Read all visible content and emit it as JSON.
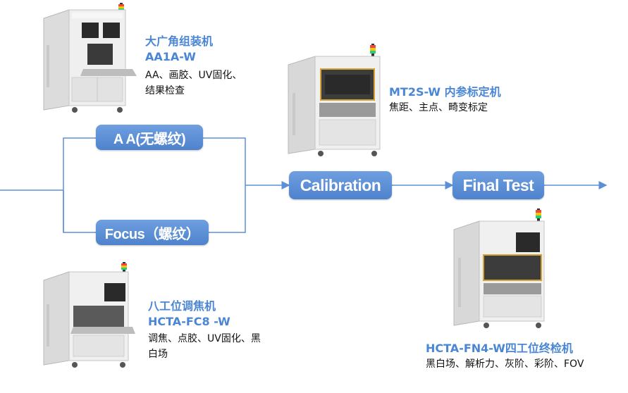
{
  "flow": {
    "step_aa": "A A(无螺纹)",
    "step_focus": "Focus（螺纹）",
    "step_calibration": "Calibration",
    "step_final": "Final Test"
  },
  "machines": {
    "aa": {
      "name_cn": "大广角组装机",
      "model": "AA1A-W",
      "desc1": "AA、画胶、UV固化、",
      "desc2": "结果检查"
    },
    "calib": {
      "name": "MT2S-W 内参标定机",
      "desc": "焦距、主点、畸变标定"
    },
    "focus": {
      "name_cn": "八工位调焦机",
      "model": "HCTA-FC8 -W",
      "desc1": "调焦、点胶、UV固化、黑",
      "desc2": "白场"
    },
    "final": {
      "name": "HCTA-FN4-W四工位终检机",
      "desc": "黑白场、解析力、灰阶、彩阶、FOV"
    }
  },
  "colors": {
    "accent": "#4a86d4",
    "pill": "#5a8fd6",
    "line": "#5b8fd8"
  }
}
